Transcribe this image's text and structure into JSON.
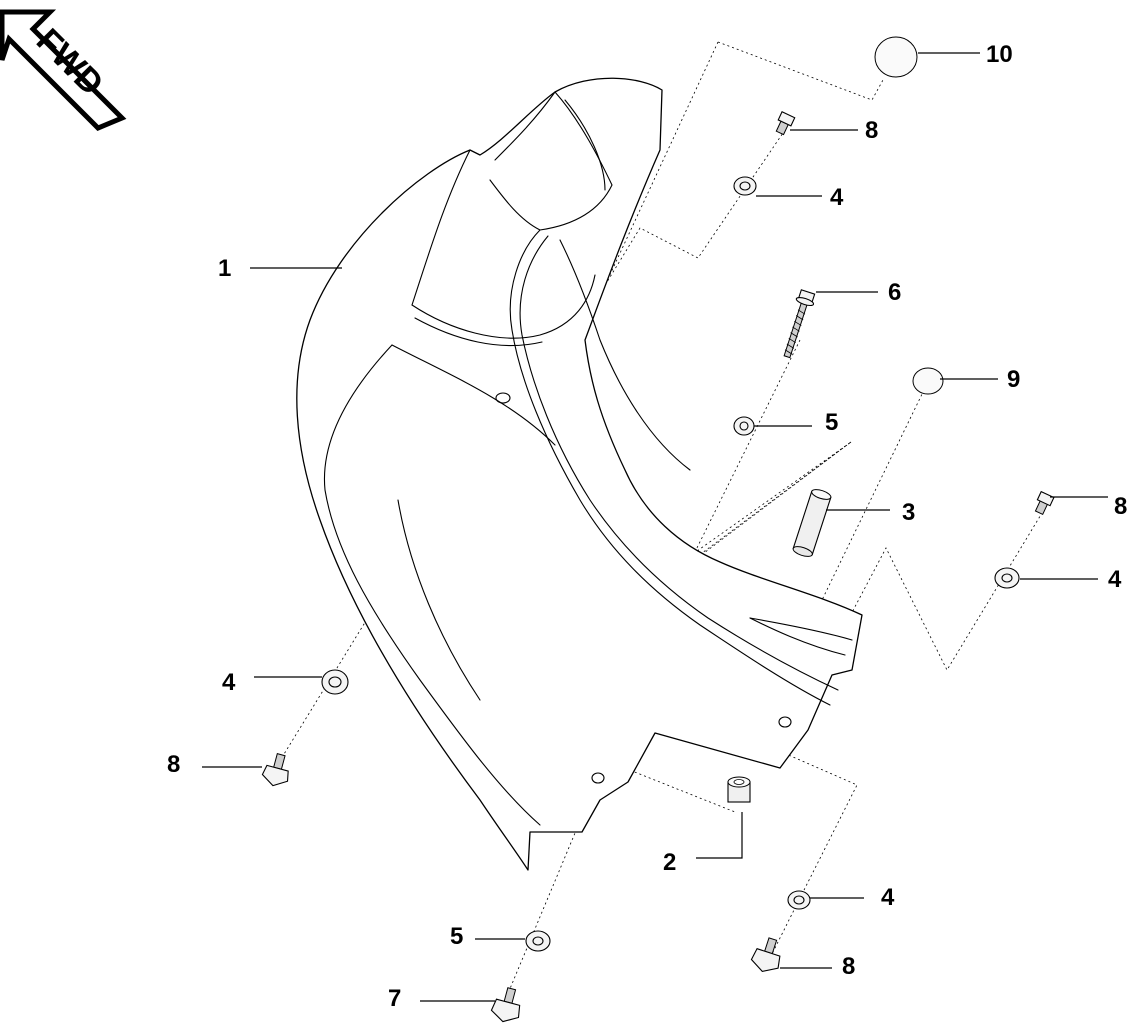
{
  "badge": {
    "text": "FWD"
  },
  "callouts": [
    {
      "id": "label-1",
      "text": "1"
    },
    {
      "id": "label-10",
      "text": "10"
    },
    {
      "id": "label-8a",
      "text": "8"
    },
    {
      "id": "label-4a",
      "text": "4"
    },
    {
      "id": "label-6",
      "text": "6"
    },
    {
      "id": "label-9",
      "text": "9"
    },
    {
      "id": "label-5a",
      "text": "5"
    },
    {
      "id": "label-3",
      "text": "3"
    },
    {
      "id": "label-8b",
      "text": "8"
    },
    {
      "id": "label-4b",
      "text": "4"
    },
    {
      "id": "label-4c",
      "text": "4"
    },
    {
      "id": "label-8c",
      "text": "8"
    },
    {
      "id": "label-2",
      "text": "2"
    },
    {
      "id": "label-4d",
      "text": "4"
    },
    {
      "id": "label-8d",
      "text": "8"
    },
    {
      "id": "label-5b",
      "text": "5"
    },
    {
      "id": "label-7",
      "text": "7"
    }
  ]
}
